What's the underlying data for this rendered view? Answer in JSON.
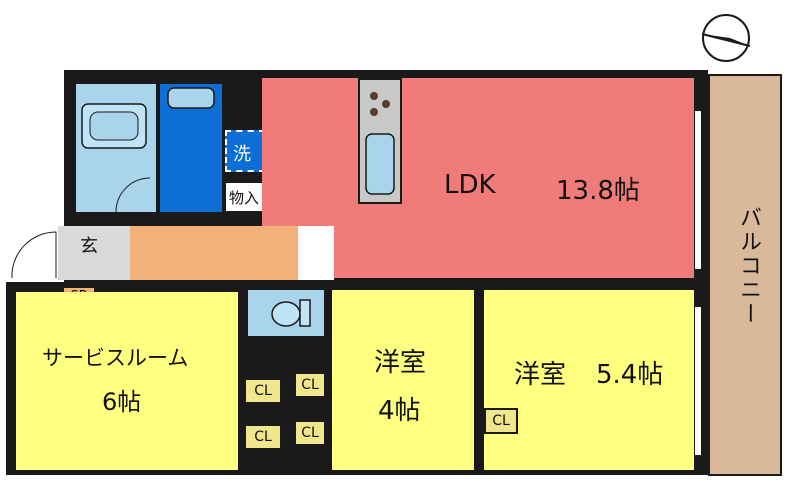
{
  "colors": {
    "ldk": "#f07b79",
    "service_room": "#ffff80",
    "bedroom": "#ffff80",
    "corridor": "#f2b179",
    "bath": "#a9d4ec",
    "washroom": "#0d6fd6",
    "genkan": "#d9d9d9",
    "balcony": "#d9b99a",
    "closet": "#f0e68c",
    "wall": "#1a1a1a"
  },
  "rooms": {
    "ldk": {
      "name": "LDK",
      "size": "13.8帖"
    },
    "service_room": {
      "name": "サービスルーム",
      "size": "6帖"
    },
    "western_small": {
      "name": "洋室",
      "size": "4帖"
    },
    "western_large": {
      "name": "洋室",
      "size": "5.4帖"
    },
    "balcony": {
      "name": "バルコニー"
    }
  },
  "labels": {
    "genkan": "玄",
    "shoe_box": "SB",
    "washer": "洗",
    "storage": "物入",
    "closet": "CL"
  },
  "icons": {
    "compass": "compass-north-arrow-icon",
    "sink": "kitchen-sink-icon",
    "stove": "stove-burner-icon",
    "bathtub": "bathtub-icon",
    "toilet": "toilet-icon"
  }
}
